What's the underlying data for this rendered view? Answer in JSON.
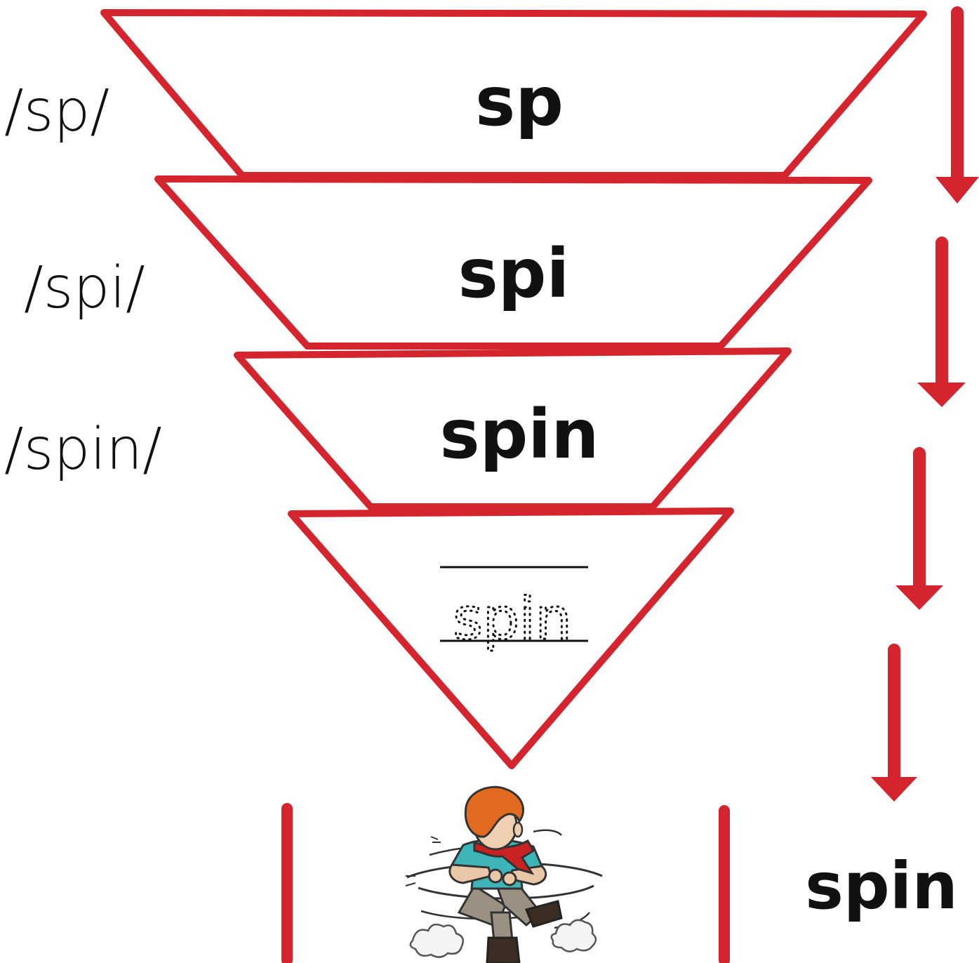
{
  "colors": {
    "accent": "#d4252f",
    "text": "#111111"
  },
  "funnel": {
    "levels": [
      {
        "word": "sp"
      },
      {
        "word": "spi"
      },
      {
        "word": "spin"
      }
    ],
    "trace_word": "spin"
  },
  "phonemes": [
    "/sp/",
    "/spi/",
    "/spin/"
  ],
  "result": {
    "word": "spin",
    "picture": "boy-spinning-illustration"
  }
}
